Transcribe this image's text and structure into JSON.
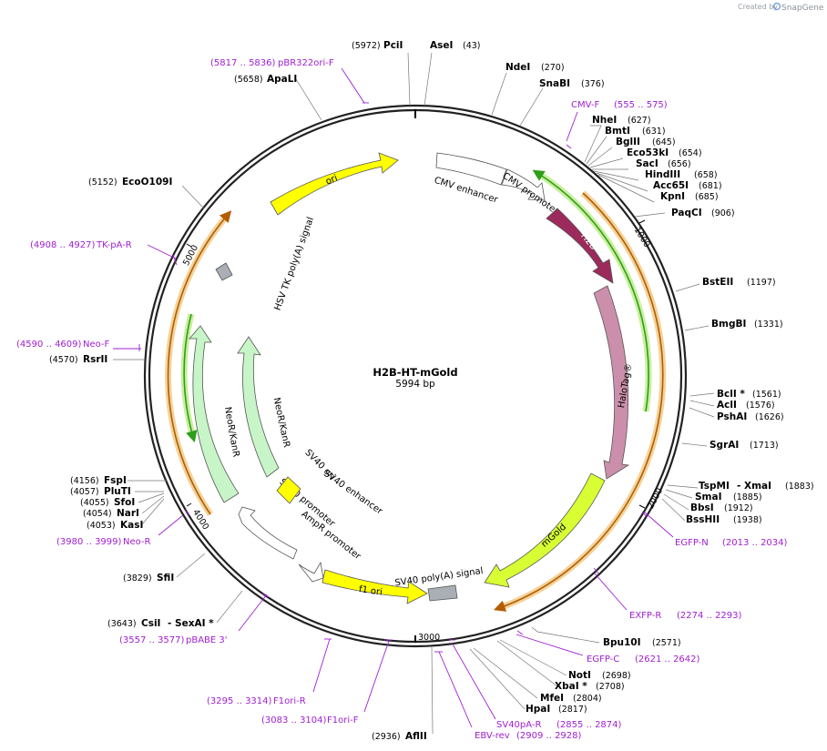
{
  "credit": {
    "prefix": "Created by",
    "brand": "SnapGene"
  },
  "plasmid": {
    "name": "H2B-HT-mGold",
    "length": "5994 bp"
  },
  "ruler_ticks": [
    "1000",
    "2000",
    "3000",
    "4000",
    "5000"
  ],
  "enzymes": [
    {
      "name": "PciI",
      "pos": "(5972)"
    },
    {
      "name": "AseI",
      "pos": "(43)"
    },
    {
      "name": "NdeI",
      "pos": "(270)"
    },
    {
      "name": "SnaBI",
      "pos": "(376)"
    },
    {
      "name": "NheI",
      "pos": "(627)"
    },
    {
      "name": "BmtI",
      "pos": "(631)"
    },
    {
      "name": "BglII",
      "pos": "(645)"
    },
    {
      "name": "Eco53kI",
      "pos": "(654)"
    },
    {
      "name": "SacI",
      "pos": "(656)"
    },
    {
      "name": "HindIII",
      "pos": "(658)"
    },
    {
      "name": "Acc65I",
      "pos": "(681)"
    },
    {
      "name": "KpnI",
      "pos": "(685)"
    },
    {
      "name": "PaqCI",
      "pos": "(906)"
    },
    {
      "name": "BstEII",
      "pos": "(1197)"
    },
    {
      "name": "BmgBI",
      "pos": "(1331)"
    },
    {
      "name": "BclI *",
      "pos": "(1561)"
    },
    {
      "name": "AclI",
      "pos": "(1576)"
    },
    {
      "name": "PshAI",
      "pos": "(1626)"
    },
    {
      "name": "SgrAI",
      "pos": "(1713)"
    },
    {
      "name": "TspMI",
      "pos": ""
    },
    {
      "name": "- XmaI",
      "pos": "(1883)"
    },
    {
      "name": "SmaI",
      "pos": "(1885)"
    },
    {
      "name": "BbsI",
      "pos": "(1912)"
    },
    {
      "name": "BssHII",
      "pos": "(1938)"
    },
    {
      "name": "Bpu10I",
      "pos": "(2571)"
    },
    {
      "name": "NotI",
      "pos": "(2698)"
    },
    {
      "name": "XbaI *",
      "pos": "(2708)"
    },
    {
      "name": "MfeI",
      "pos": "(2804)"
    },
    {
      "name": "HpaI",
      "pos": "(2817)"
    },
    {
      "name": "AflII",
      "pos": "(2936)"
    },
    {
      "name": "SfiI",
      "pos": "(3829)"
    },
    {
      "name": "CsiI",
      "pos": "(3643)"
    },
    {
      "name": "- SexAI *",
      "pos": ""
    },
    {
      "name": "KasI",
      "pos": "(4053)"
    },
    {
      "name": "NarI",
      "pos": "(4054)"
    },
    {
      "name": "SfoI",
      "pos": "(4055)"
    },
    {
      "name": "PluTI",
      "pos": "(4057)"
    },
    {
      "name": "FspI",
      "pos": "(4156)"
    },
    {
      "name": "RsrII",
      "pos": "(4570)"
    },
    {
      "name": "EcoO109I",
      "pos": "(5152)"
    },
    {
      "name": "ApaLI",
      "pos": "(5658)"
    }
  ],
  "primers": [
    {
      "name": "pBR322ori-F",
      "range": "(5817 .. 5836)"
    },
    {
      "name": "CMV-F",
      "range": "(555 .. 575)"
    },
    {
      "name": "TK-pA-R",
      "range": "(4908 .. 4927)"
    },
    {
      "name": "Neo-F",
      "range": "(4590 .. 4609)"
    },
    {
      "name": "Neo-R",
      "range": "(3980 .. 3999)"
    },
    {
      "name": "EGFP-N",
      "range": "(2013 .. 2034)"
    },
    {
      "name": "EXFP-R",
      "range": "(2274 .. 2293)"
    },
    {
      "name": "EGFP-C",
      "range": "(2621 .. 2642)"
    },
    {
      "name": "SV40pA-R",
      "range": "(2855 .. 2874)"
    },
    {
      "name": "EBV-rev",
      "range": "(2909 .. 2928)"
    },
    {
      "name": "F1ori-F",
      "range": "(3083 .. 3104)"
    },
    {
      "name": "F1ori-R",
      "range": "(3295 .. 3314)"
    },
    {
      "name": "pBABE 3'",
      "range": "(3557 .. 3577)"
    }
  ],
  "features": {
    "ori": "ori",
    "cmv_enhancer": "CMV enhancer",
    "cmv_promoter": "CMV promoter",
    "h2b": "H2B",
    "halotag": "HaloTag®",
    "mgold": "mGold",
    "sv40_polya": "SV40 poly(A) signal",
    "f1_ori": "f1 ori",
    "ampr_promoter": "AmpR promoter",
    "sv40_promoter": "SV40 promoter",
    "sv40_enhancer": "SV40 enhancer",
    "sv40_ori": "SV40 ori",
    "neor_outer": "NeoR/KanR",
    "neor_inner": "NeoR/KanR",
    "hsv_tk": "HSV TK poly(A) signal"
  },
  "colors": {
    "ori": "#ffff00",
    "h2b": "#9c2a5c",
    "halotag": "#cc8fab",
    "mgold": "#d7ff33",
    "neor": "#c8f5c8",
    "grey_box": "#a9afb5",
    "primer": "#a020d0",
    "orf_green": "#2e9e1a",
    "orf_orange": "#b35c00"
  }
}
